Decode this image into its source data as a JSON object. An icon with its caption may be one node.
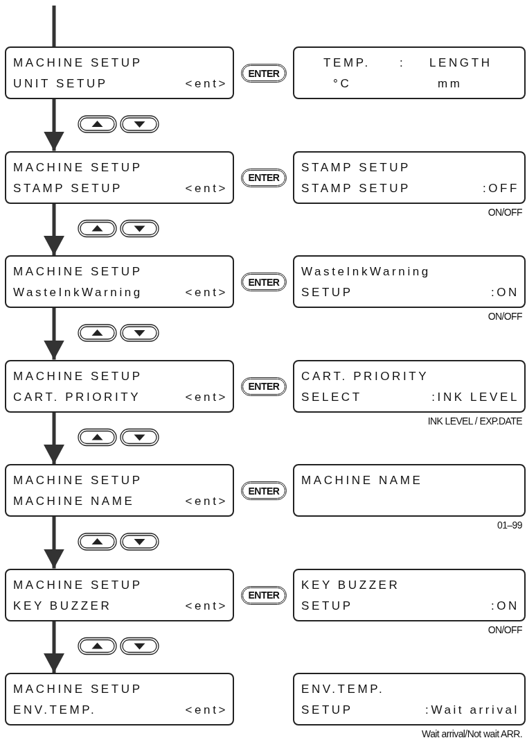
{
  "diagram": {
    "nodes": [
      {
        "text": [
          "MACHINE SETUP",
          "UNIT SETUP",
          "<ent>"
        ]
      },
      {
        "text": [
          "ENTER"
        ]
      },
      {
        "text": [
          "TEMP.",
          ":",
          "LENGTH",
          "°C",
          "mm"
        ]
      },
      {
        "text": [
          "MACHINE SETUP",
          "STAMP SETUP",
          "<ent>"
        ]
      },
      {
        "text": [
          "ENTER"
        ]
      },
      {
        "text": [
          "STAMP SETUP",
          "STAMP SETUP",
          ":OFF"
        ],
        "beside": [
          "ON/OFF"
        ]
      },
      {
        "text": [
          "MACHINE SETUP",
          "WasteInkWarning",
          "<ent>"
        ]
      },
      {
        "text": [
          "ENTER"
        ]
      },
      {
        "text": [
          "WasteInkWarning",
          "SETUP",
          ":ON"
        ],
        "beside": [
          "ON/OFF"
        ]
      },
      {
        "text": [
          "MACHINE SETUP",
          "CART. PRIORITY",
          "<ent>"
        ]
      },
      {
        "text": [
          "ENTER"
        ]
      },
      {
        "text": [
          "CART. PRIORITY",
          "SELECT",
          ":INK LEVEL"
        ],
        "beside": [
          "INK LEVEL / EXP.DATE"
        ]
      },
      {
        "text": [
          "MACHINE SETUP",
          "MACHINE NAME",
          "<ent>"
        ]
      },
      {
        "text": [
          "ENTER"
        ]
      },
      {
        "text": [
          "MACHINE NAME"
        ],
        "beside": [
          "01–99"
        ]
      },
      {
        "text": [
          "MACHINE SETUP",
          "KEY BUZZER",
          "<ent>"
        ]
      },
      {
        "text": [
          "ENTER"
        ]
      },
      {
        "text": [
          "KEY BUZZER",
          "SETUP",
          ":ON"
        ],
        "beside": [
          "ON/OFF"
        ]
      },
      {
        "text": [
          "MACHINE SETUP",
          "ENV.TEMP.",
          "<ent>"
        ]
      },
      {
        "text": [
          "ENV.TEMP.",
          "SETUP",
          ":Wait arrival"
        ],
        "beside": [
          "Wait arrival/Not wait ARR."
        ]
      }
    ],
    "edges": [
      {
        "from": null,
        "to": 0,
        "arrow": "none"
      },
      {
        "from": 0,
        "to": 3,
        "arrow": "to"
      },
      {
        "from": 3,
        "to": 6,
        "arrow": "to"
      },
      {
        "from": 6,
        "to": 9,
        "arrow": "to"
      },
      {
        "from": 9,
        "to": 12,
        "arrow": "to"
      },
      {
        "from": 12,
        "to": 15,
        "arrow": "to"
      },
      {
        "from": 15,
        "to": 18,
        "arrow": "to"
      }
    ]
  }
}
